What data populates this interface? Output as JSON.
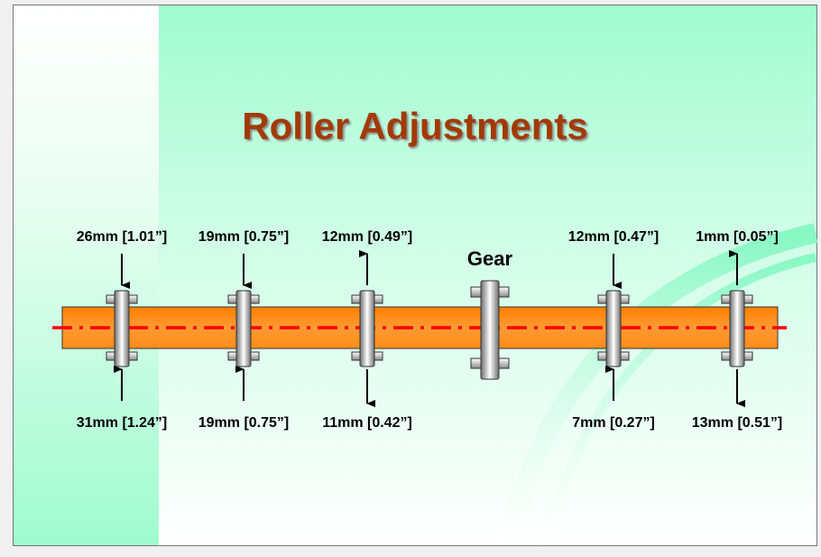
{
  "title": "Roller Adjustments",
  "gear_label": "Gear",
  "colors": {
    "shaft": "#ff8c1a",
    "centerline": "#ff0000",
    "title": "#a33a06"
  },
  "rollers": [
    {
      "top": "26mm [1.01”]",
      "bottom": "31mm [1.24”]",
      "top_dir": "down",
      "bottom_dir": "up"
    },
    {
      "top": "19mm [0.75”]",
      "bottom": "19mm [0.75”]",
      "top_dir": "down",
      "bottom_dir": "up"
    },
    {
      "top": "12mm [0.49”]",
      "bottom": "11mm [0.42”]",
      "top_dir": "up",
      "bottom_dir": "down"
    },
    {
      "gear": true
    },
    {
      "top": "12mm [0.47”]",
      "bottom": "7mm [0.27”]",
      "top_dir": "down",
      "bottom_dir": "up"
    },
    {
      "top": "1mm [0.05”]",
      "bottom": "13mm [0.51”]",
      "top_dir": "up",
      "bottom_dir": "down"
    }
  ]
}
